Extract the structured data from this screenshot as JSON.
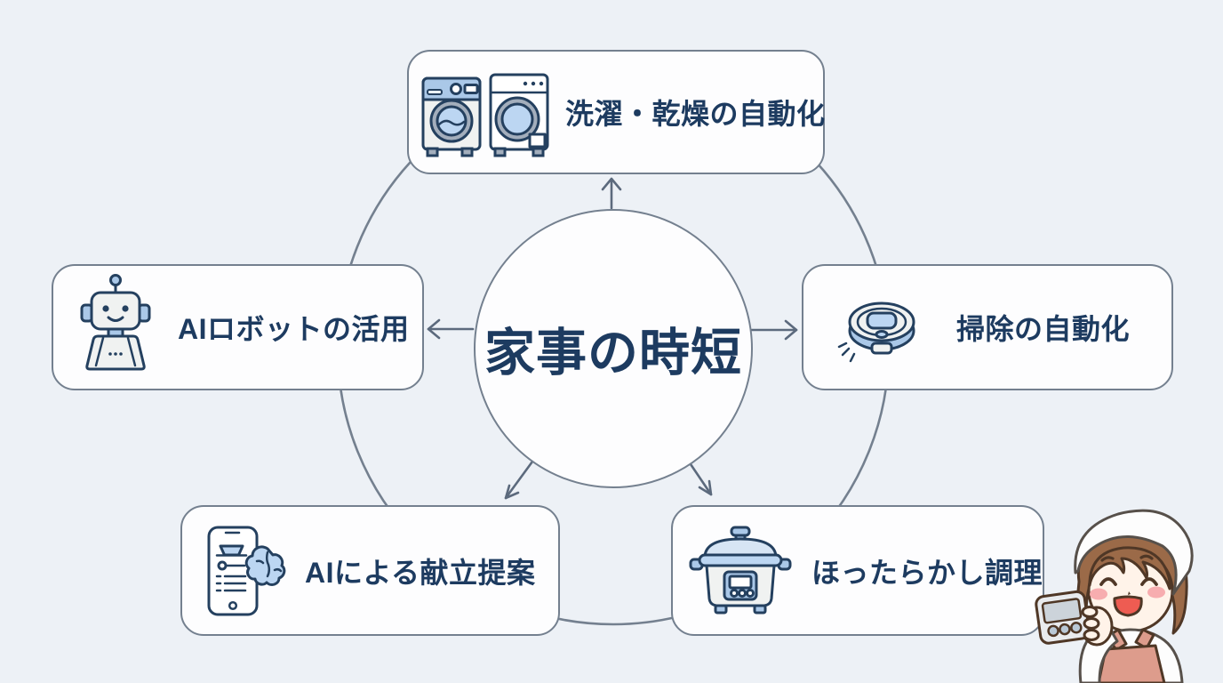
{
  "diagram": {
    "center": {
      "label": "家事の時短"
    },
    "nodes": [
      {
        "label": "洗濯・乾燥の自動化",
        "icon": "washer-dryer-icon",
        "position": "top"
      },
      {
        "label": "掃除の自動化",
        "icon": "robot-vacuum-icon",
        "position": "right"
      },
      {
        "label": "ほったらかし調理",
        "icon": "multicooker-icon",
        "position": "bottom-right"
      },
      {
        "label": "AIによる献立提案",
        "icon": "phone-brain-icon",
        "position": "bottom-left"
      },
      {
        "label": "AIロボットの活用",
        "icon": "ai-robot-icon",
        "position": "left"
      }
    ],
    "colors": {
      "background": "#edf1f6",
      "node_fill": "#fdfdfe",
      "node_border": "#74808f",
      "connector": "#5c6a7d",
      "text_primary": "#1d3b60",
      "icon_outline": "#24405f",
      "icon_blue": "#aac8e8",
      "icon_glass": "#bcd6f2",
      "icon_light": "#f0f2f1",
      "icon_ring_gray": "#a3aebc"
    }
  }
}
